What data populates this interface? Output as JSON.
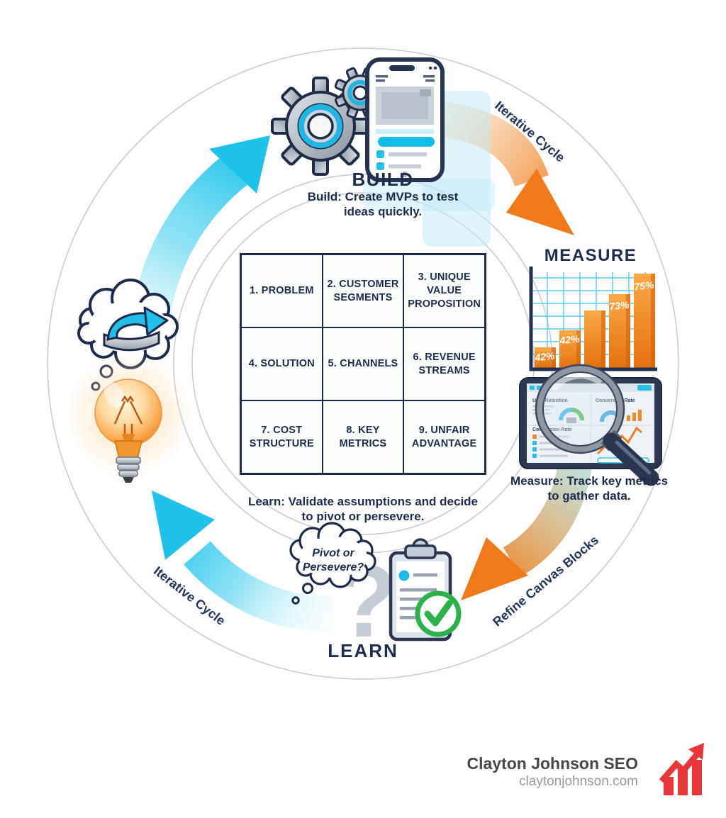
{
  "stages": {
    "build": {
      "title": "BUILD",
      "desc": "Build: Create MVPs to test ideas quickly."
    },
    "measure": {
      "title": "MEASURE",
      "desc": "Measure: Track key metrics to gather data."
    },
    "learn": {
      "title": "LEARN",
      "desc": "Learn: Validate assumptions and decide to pivot or persevere."
    }
  },
  "ring_labels": {
    "top_right": "Iterative Cycle",
    "bottom_left": "Iterative Cycle",
    "bottom_right": "Refine Canvas Blocks"
  },
  "thought_bubble": {
    "line1": "Pivot or",
    "line2": "Persevere?"
  },
  "question_mark": "?",
  "lean_canvas": {
    "cells": [
      "1. PROBLEM",
      "2. CUSTOMER SEGMENTS",
      "3. UNIQUE VALUE PROPOSITION",
      "4. SOLUTION",
      "5. CHANNELS",
      "6. REVENUE STREAMS",
      "7. COST STRUCTURE",
      "8. KEY METRICS",
      "9. UNFAIR ADVANTAGE"
    ]
  },
  "measure_chart": {
    "type": "bar",
    "bars": [
      {
        "label": "42%",
        "value_pct": 42
      },
      {
        "label": "42%",
        "value_pct": 42
      },
      {
        "label": "",
        "value_pct": 58
      },
      {
        "label": "73%",
        "value_pct": 73
      },
      {
        "label": "75%",
        "value_pct": 75
      }
    ]
  },
  "dashboard": {
    "cards": [
      {
        "title": "User Retention"
      },
      {
        "title": "Conversion Rate"
      },
      {
        "title": "Conversion Rate"
      }
    ]
  },
  "footer": {
    "brand": "Clayton Johnson SEO",
    "url": "claytonjohnson.com"
  },
  "icons": {
    "gears": "two mechanical gears",
    "smartphone": "phone with app mockup",
    "thought-refresh": "thought bubble with cycle arrow",
    "lightbulb": "glowing idea bulb",
    "bar-chart": "rising orange bar chart",
    "tablet-dashboard": "analytics tablet",
    "magnifier": "magnifying glass",
    "clipboard-check": "clipboard with green check",
    "growth-logo": "red bars with rising arrow"
  },
  "colors": {
    "navy": "#1e2c4e",
    "cyan": "#1cc2e9",
    "orange": "#f07c1d",
    "green": "#2db14a",
    "ring_gray": "#c9cdd4",
    "logo_red": "#e8363b"
  }
}
